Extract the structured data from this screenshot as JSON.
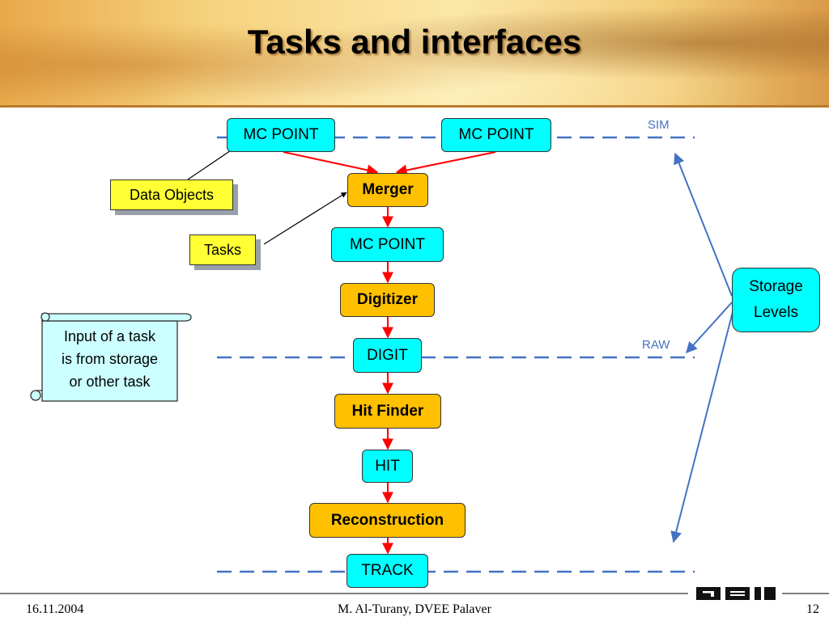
{
  "title": "Tasks and interfaces",
  "levels": {
    "sim": "SIM",
    "raw": "RAW"
  },
  "callouts": {
    "data_objects": "Data Objects",
    "tasks": "Tasks"
  },
  "data_nodes": {
    "mc_point_left": "MC POINT",
    "mc_point_right": "MC POINT",
    "mc_point_merged": "MC POINT",
    "digit": "DIGIT",
    "hit": "HIT",
    "track": "TRACK"
  },
  "task_nodes": {
    "merger": "Merger",
    "digitizer": "Digitizer",
    "hit_finder": "Hit Finder",
    "reconstruction": "Reconstruction"
  },
  "storage": {
    "line1": "Storage",
    "line2": "Levels"
  },
  "note": {
    "line1": "Input of a task",
    "line2": "is from storage",
    "line3": "or other task"
  },
  "footer": {
    "date": "16.11.2004",
    "author": "M. Al-Turany,  DVEE  Palaver",
    "page": "12",
    "logo": "GSI"
  },
  "colors": {
    "data": "#00ffff",
    "task": "#ffc000",
    "callout": "#ffff33",
    "flow_arrow": "#ff0000",
    "storage_arrow": "#4472c4"
  }
}
